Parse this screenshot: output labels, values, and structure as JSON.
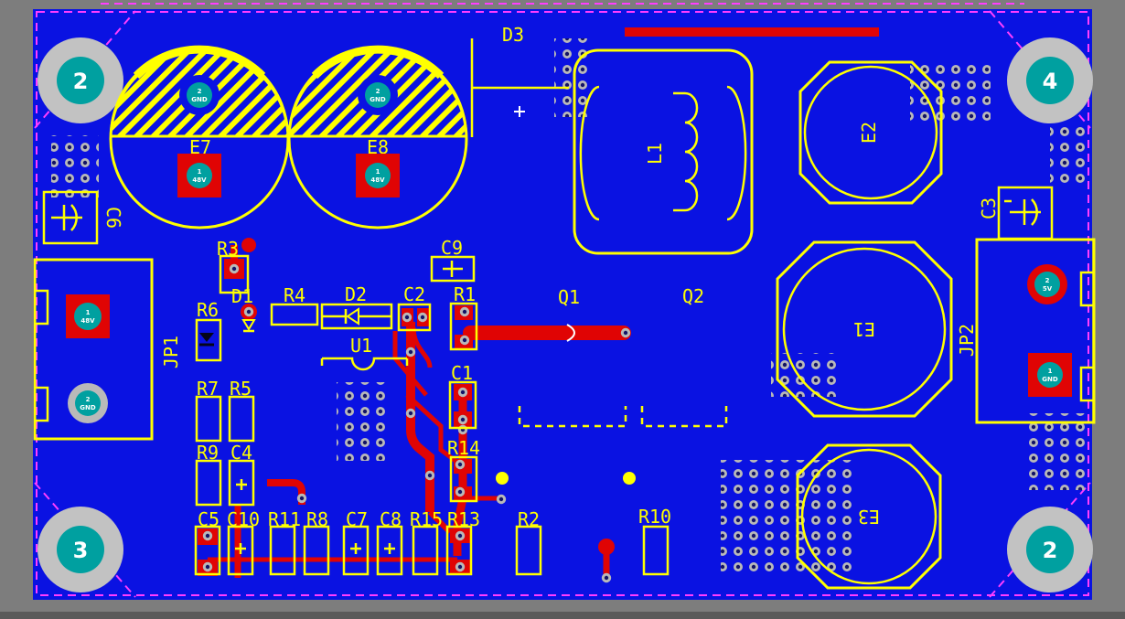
{
  "view": {
    "type": "pcb-layout-top-view"
  },
  "board": {
    "corner_holes": {
      "top_left": "2",
      "top_right": "4",
      "bottom_left": "3",
      "bottom_right": "2"
    }
  },
  "labels": {
    "D3": "D3",
    "E7": "E7",
    "E8": "E8",
    "C6": "C6",
    "C3": "C3",
    "JP1": "JP1",
    "JP2": "JP2",
    "L1": "L1",
    "E2": "E2",
    "E1": "E1",
    "E3": "E3",
    "R3": "R3",
    "D1": "D1",
    "R4": "R4",
    "D2": "D2",
    "C2": "C2",
    "C9": "C9",
    "R1": "R1",
    "U1": "U1",
    "R6": "R6",
    "Q1": "Q1",
    "Q2": "Q2",
    "R7": "R7",
    "R5": "R5",
    "C1": "C1",
    "R9": "R9",
    "C4": "C4",
    "R14": "R14",
    "C5": "C5",
    "C10": "C10",
    "R11": "R11",
    "R8": "R8",
    "C7": "C7",
    "C8": "C8",
    "R15": "R15",
    "R13": "R13",
    "R2": "R2",
    "R10": "R10"
  },
  "pads": {
    "e7_top": {
      "num": "2",
      "net": "GND"
    },
    "e7_bottom": {
      "num": "1",
      "net": "48V"
    },
    "e8_top": {
      "num": "2",
      "net": "GND"
    },
    "e8_bottom": {
      "num": "1",
      "net": "48V"
    },
    "jp1_pin1": {
      "num": "1",
      "net": "48V"
    },
    "jp1_pin2": {
      "num": "2",
      "net": "GND"
    },
    "jp2_pin2": {
      "num": "2",
      "net": "5V"
    },
    "jp2_pin1": {
      "num": "1",
      "net": "GND"
    }
  },
  "colors": {
    "board": "#0a12e2",
    "silkscreen": "#ffff00",
    "copper": "#e00404",
    "pad_drill": "#00a0a0",
    "board_outline": "#ff3dff",
    "background": "#7d7d7d",
    "via_ring": "#b9b9b9"
  }
}
